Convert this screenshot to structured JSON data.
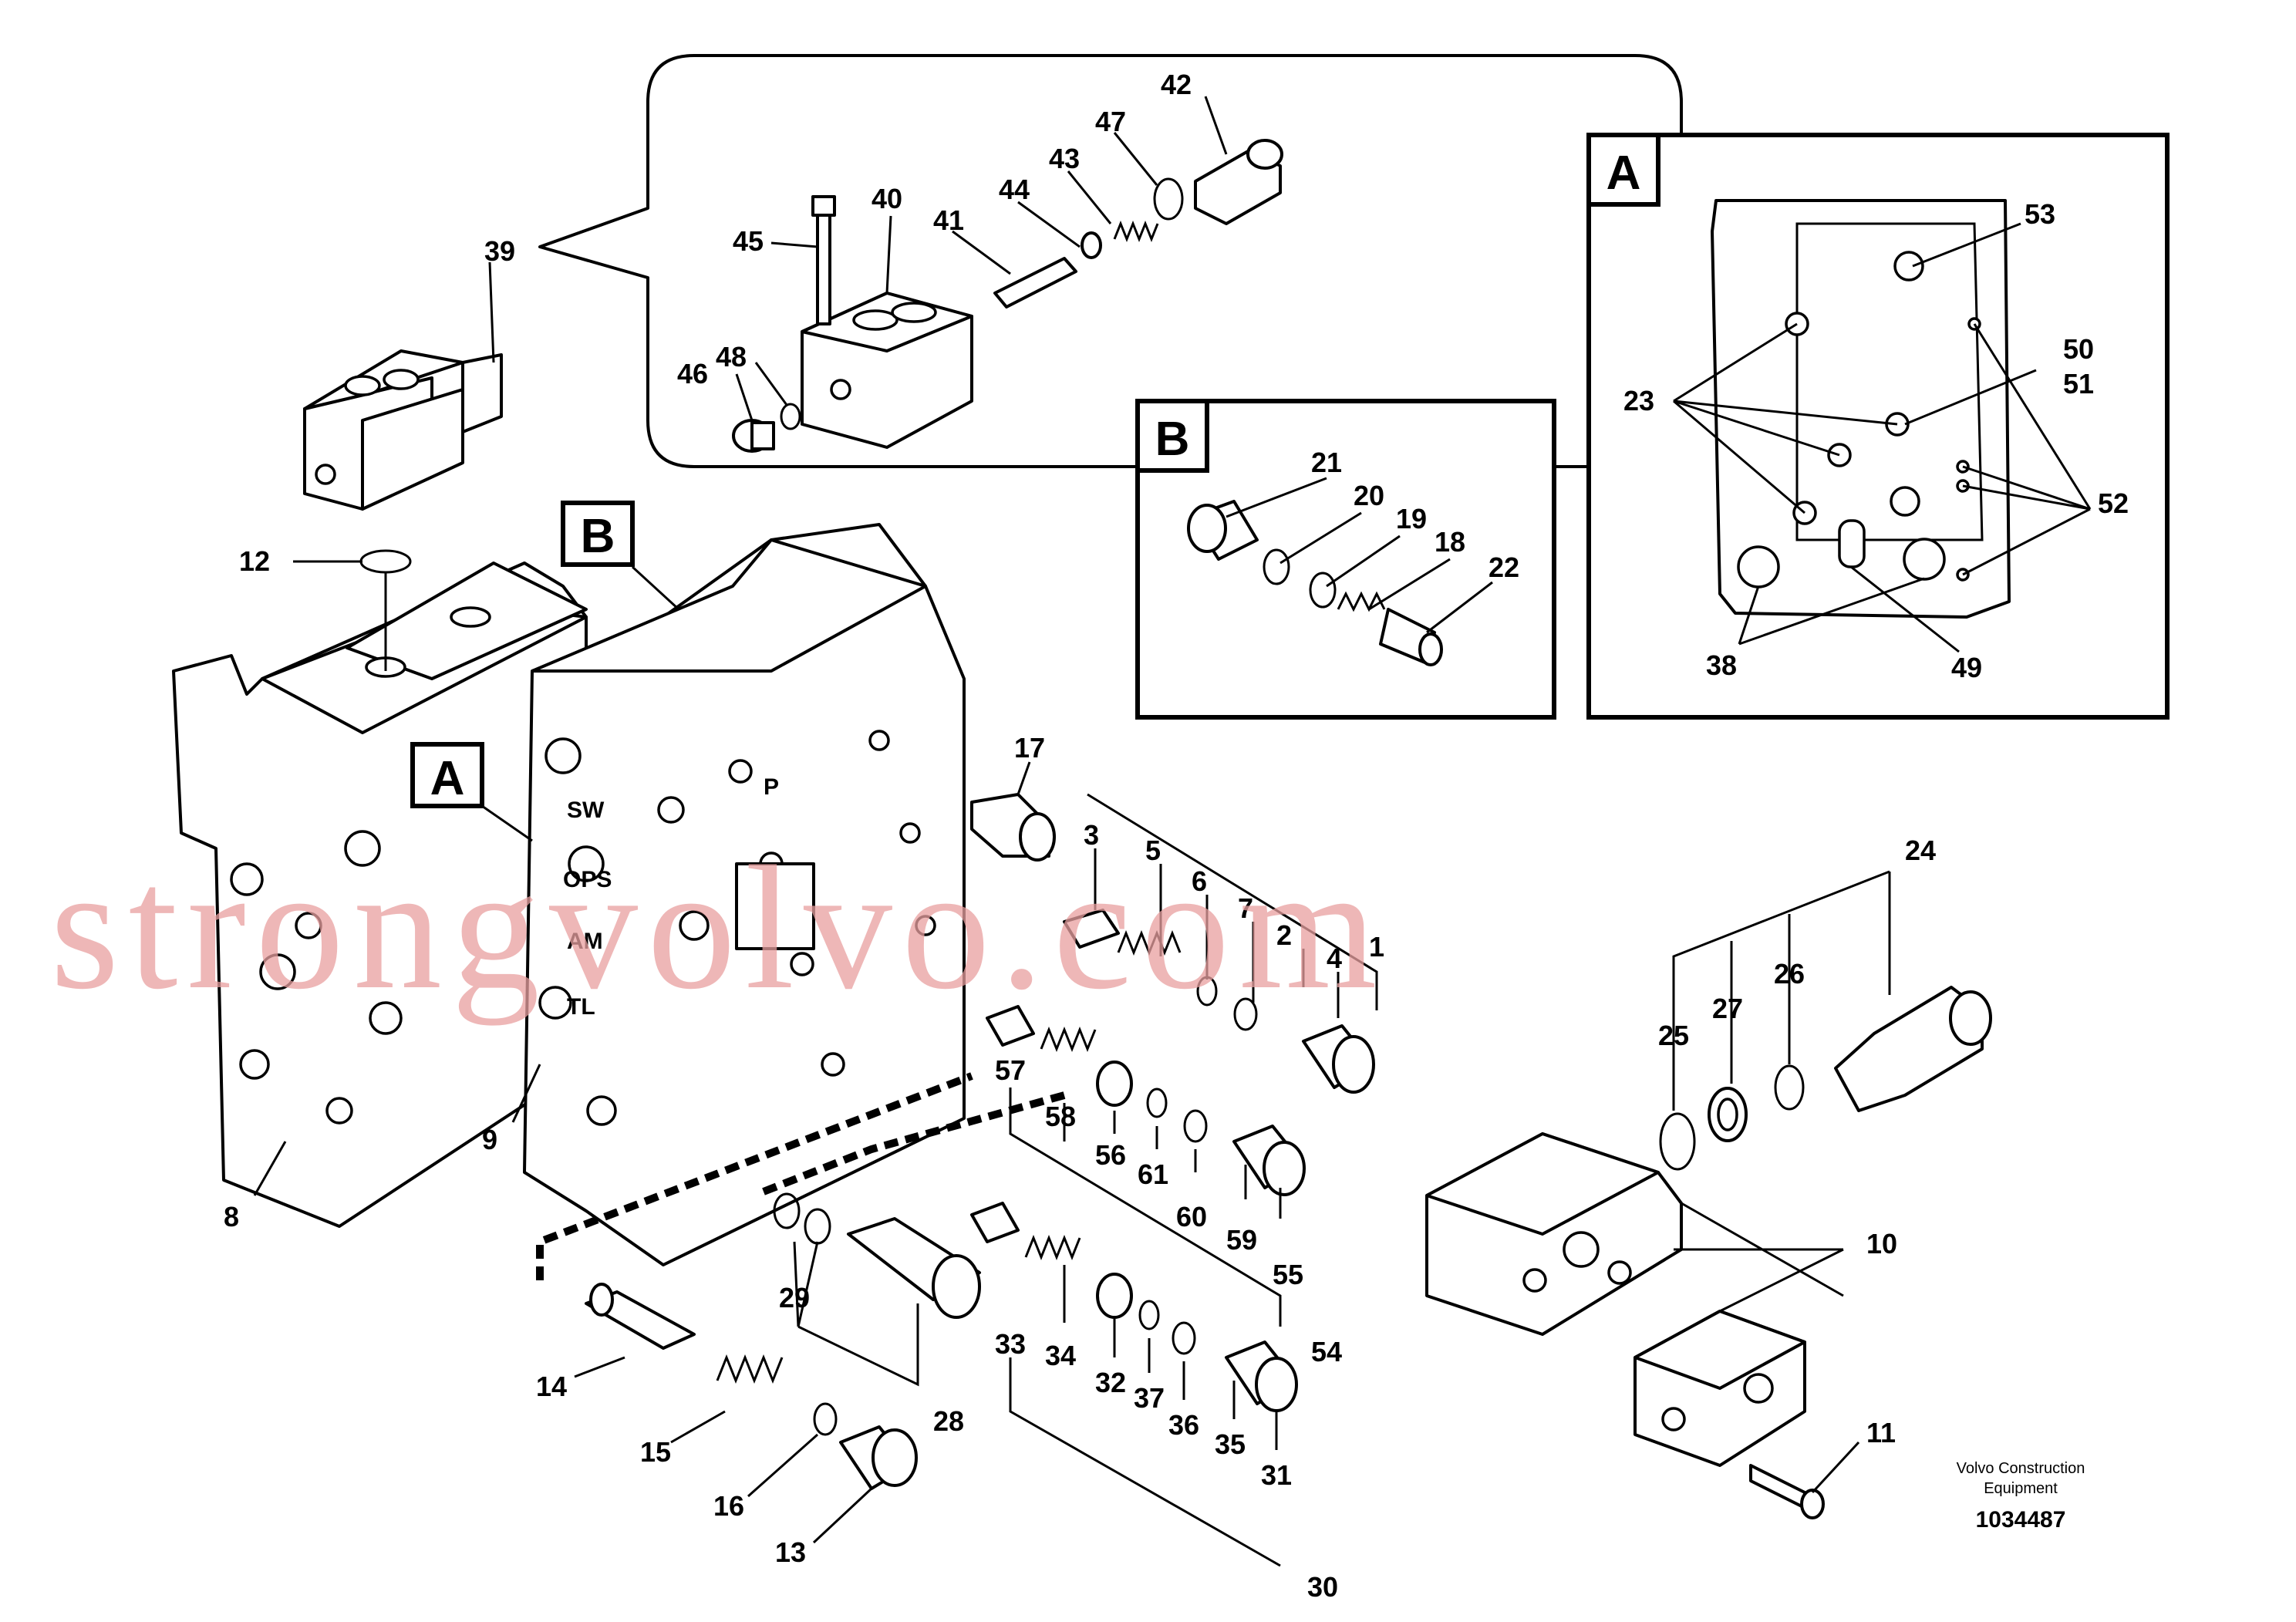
{
  "diagram": {
    "brand_line1": "Volvo Construction",
    "brand_line2": "Equipment",
    "drawing_number": "1034487",
    "watermark": "strongvolvo.com",
    "detail_boxes": {
      "a": "A",
      "b": "B"
    },
    "port_labels": [
      "SW",
      "OPS",
      "AM",
      "TL",
      "P"
    ],
    "callouts": {
      "c1": "1",
      "c2": "2",
      "c3": "3",
      "c4": "4",
      "c5": "5",
      "c6": "6",
      "c7": "7",
      "c8": "8",
      "c9": "9",
      "c10": "10",
      "c11": "11",
      "c12": "12",
      "c13": "13",
      "c14": "14",
      "c15": "15",
      "c16": "16",
      "c17": "17",
      "c18": "18",
      "c19": "19",
      "c20": "20",
      "c21": "21",
      "c22": "22",
      "c23": "23",
      "c24": "24",
      "c25": "25",
      "c26": "26",
      "c27": "27",
      "c28": "28",
      "c29": "29",
      "c30": "30",
      "c31": "31",
      "c32": "32",
      "c33": "33",
      "c34": "34",
      "c35": "35",
      "c36": "36",
      "c37": "37",
      "c38": "38",
      "c39": "39",
      "c40": "40",
      "c41": "41",
      "c42": "42",
      "c43": "43",
      "c44": "44",
      "c45": "45",
      "c46": "46",
      "c47": "47",
      "c48": "48",
      "c49": "49",
      "c50": "50",
      "c51": "51",
      "c52": "52",
      "c53": "53",
      "c54": "54",
      "c55": "55",
      "c56": "56",
      "c57": "57",
      "c58": "58",
      "c59": "59",
      "c60": "60",
      "c61": "61"
    }
  }
}
